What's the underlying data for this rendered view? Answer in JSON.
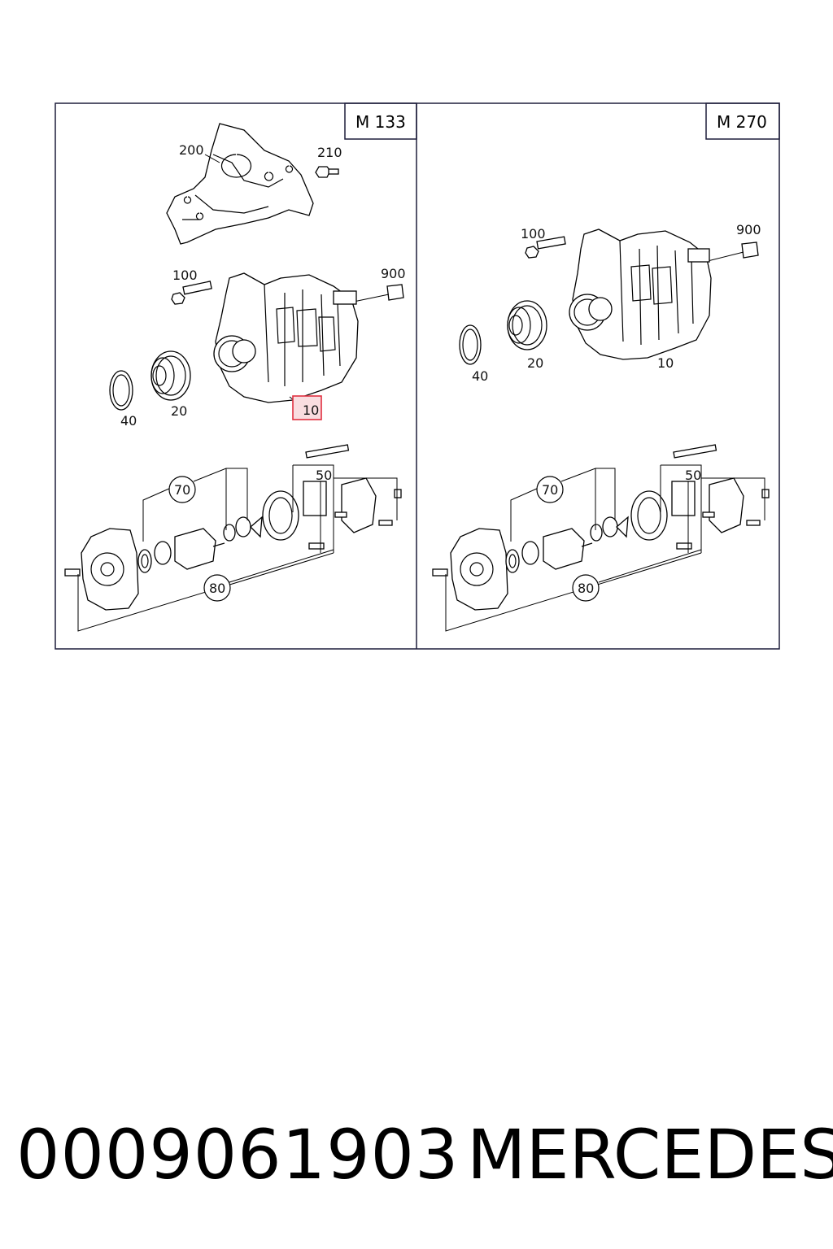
{
  "panels": [
    {
      "engine_tag": "M 133",
      "labels": {
        "l200": "200",
        "l210": "210",
        "l100": "100",
        "l900": "900",
        "l40": "40",
        "l20": "20",
        "l10": "10",
        "l70": "70",
        "l50": "50",
        "l80": "80"
      },
      "highlighted_label": "10",
      "highlight_color": "#e03040"
    },
    {
      "engine_tag": "M 270",
      "labels": {
        "l100": "100",
        "l900": "900",
        "l40": "40",
        "l20": "20",
        "l10": "10",
        "l70": "70",
        "l50": "50",
        "l80": "80"
      }
    }
  ],
  "footer": {
    "part_number": "0009061903",
    "brand": "MERCEDES"
  }
}
